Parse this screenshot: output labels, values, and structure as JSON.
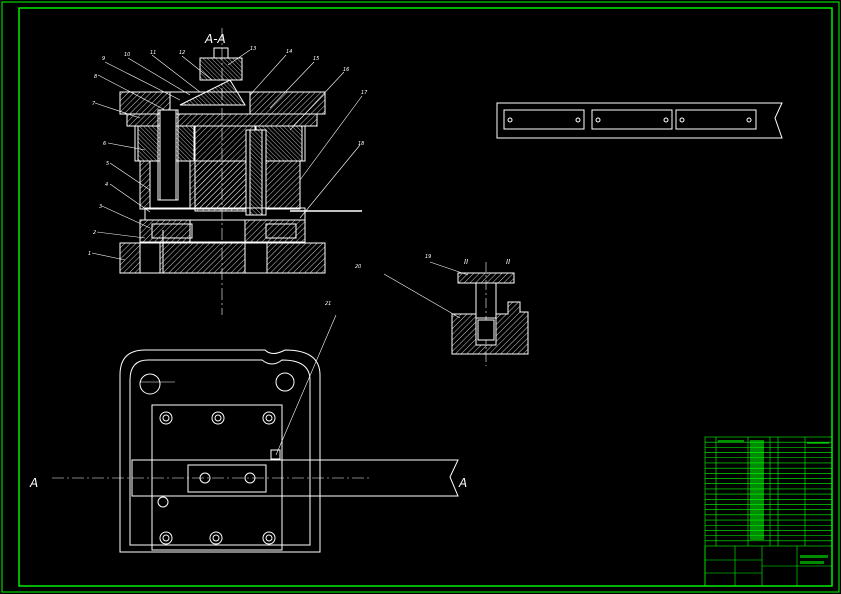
{
  "section_title": "A-A",
  "section_marker": "A",
  "detail_marker": "II",
  "part_numbers": [
    "1",
    "2",
    "3",
    "4",
    "5",
    "6",
    "7",
    "8",
    "9",
    "10",
    "11",
    "12",
    "13",
    "14",
    "15",
    "16",
    "17",
    "18",
    "19",
    "20",
    "21"
  ],
  "colors": {
    "background": "#000000",
    "linework": "#ffffff",
    "border": "#00ff00",
    "titleblock": "#00ff00",
    "accent": "#ffff00"
  }
}
